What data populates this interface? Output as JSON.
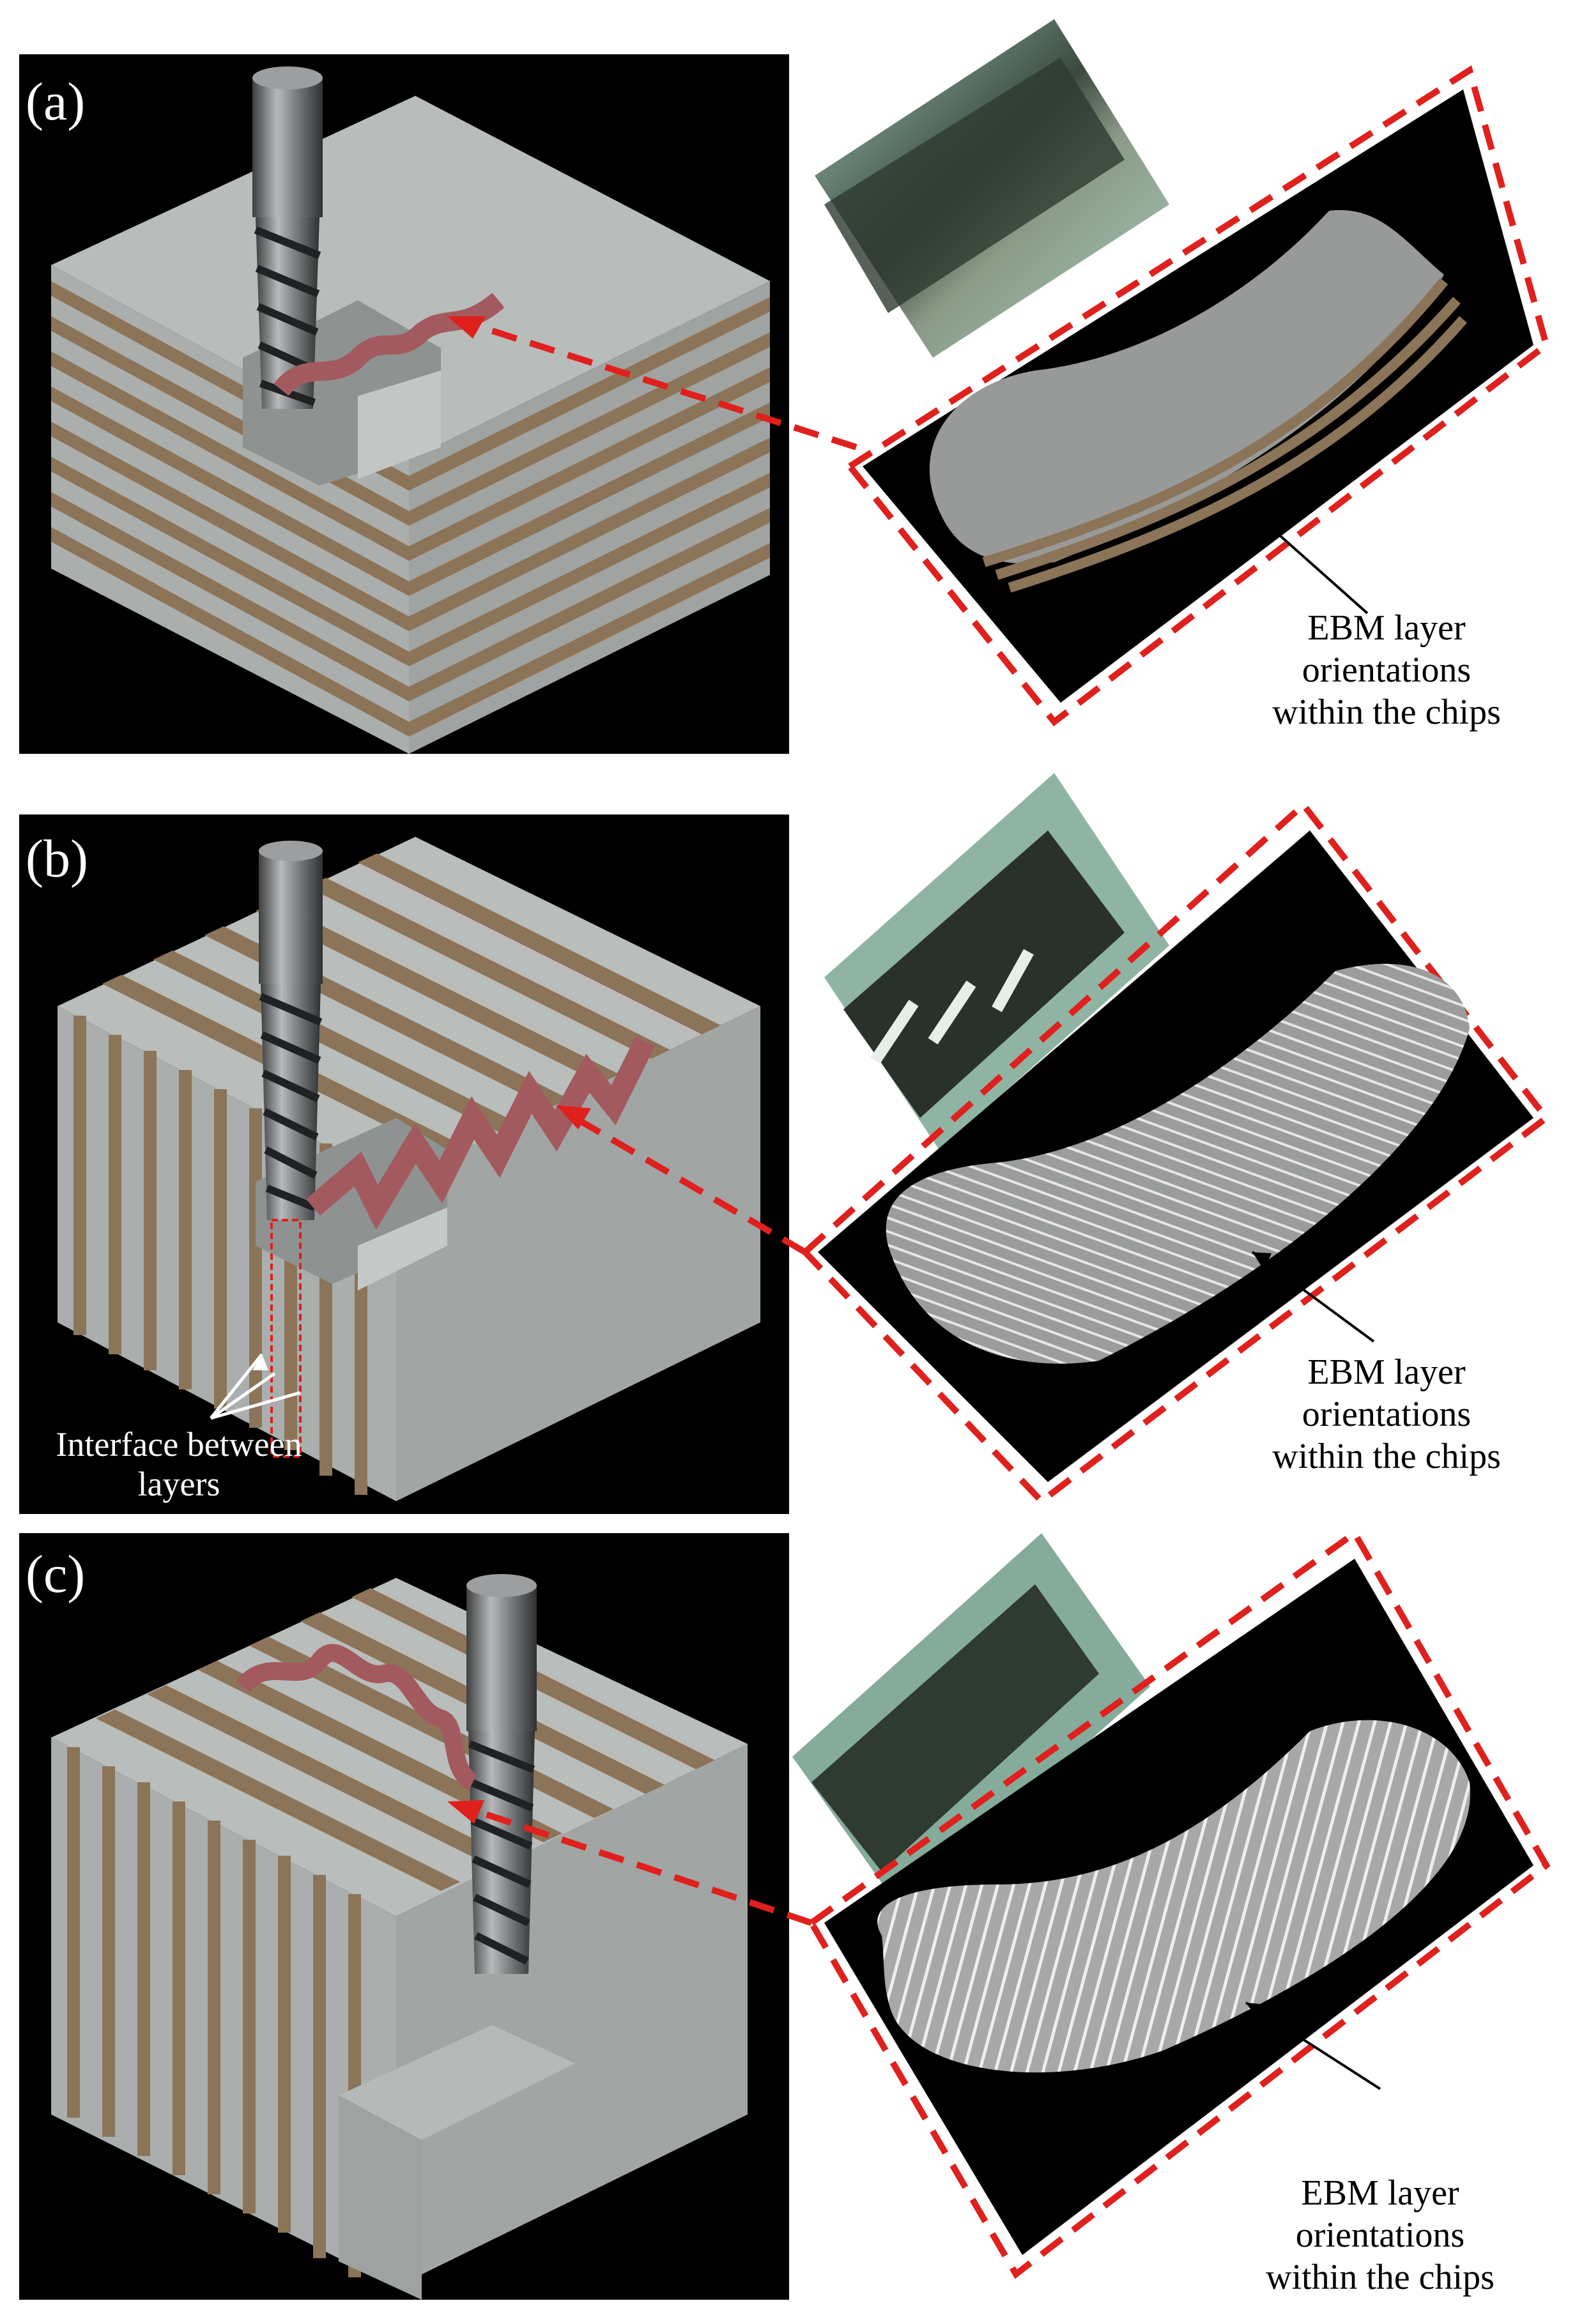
{
  "colors": {
    "background": "#000000",
    "block_top": "#b8bcba",
    "block_side": "#a7aba9",
    "layer_brown": "#8c7459",
    "chip": "#a35a5f",
    "chip_grey": "#9a9d9b",
    "dash_red": "#e0201c",
    "photo_green": "#7aa593"
  },
  "panels": [
    {
      "label": "(a)",
      "annotation": {
        "line1": "EBM layer",
        "line2": "orientations",
        "line3": "within the chips"
      }
    },
    {
      "label": "(b)",
      "annotation": {
        "line1": "EBM layer",
        "line2": "orientations",
        "line3": "within the chips"
      },
      "interface_label": {
        "line1": "Interface between",
        "line2": "layers"
      }
    },
    {
      "label": "(c)",
      "annotation": {
        "line1": "EBM layer",
        "line2": "orientations",
        "line3": "within the chips"
      }
    }
  ]
}
